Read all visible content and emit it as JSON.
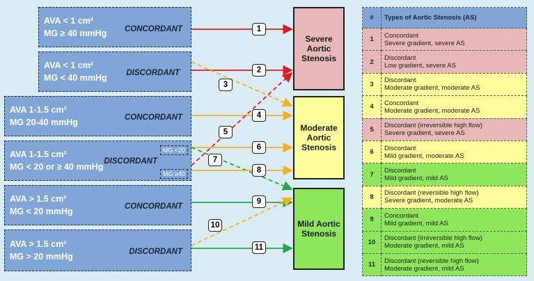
{
  "categories": [
    {
      "ava": "AVA < 1 cm²",
      "mg": "MG ≥ 40 mmHg",
      "type": "CONCORDANT"
    },
    {
      "ava": "AVA < 1 cm²",
      "mg": "MG < 40 mmHg",
      "type": "DISCORDANT"
    },
    {
      "ava": "AVA 1-1.5 cm²",
      "mg": "MG 20-40 mmHg",
      "type": "CONCORDANT"
    },
    {
      "ava": "AVA 1-1.5 cm²",
      "mg": "MG < 20 or ≥ 40 mmHg",
      "type": "DISCORDANT",
      "chip_top": "MG <20",
      "chip_bottom": "MG ≥40"
    },
    {
      "ava": "AVA > 1.5 cm²",
      "mg": "MG < 20 mmHg",
      "type": "CONCORDANT"
    },
    {
      "ava": "AVA > 1.5 cm²",
      "mg": "MG > 20 mmHg",
      "type": "DISCORDANT"
    }
  ],
  "severities": [
    {
      "label": "Severe Aortic Stenosis",
      "color": "#e8b7b8"
    },
    {
      "label": "Moderate Aortic Stenosis",
      "color": "#fdfd9a"
    },
    {
      "label": "Mild Aortic Stenosis",
      "color": "#8ee75a"
    }
  ],
  "arrow_colors": {
    "red": "#e01b1b",
    "orange": "#f5b21c",
    "green": "#22aa44"
  },
  "arrows": [
    {
      "n": "1",
      "color": "red",
      "dashed": false
    },
    {
      "n": "2",
      "color": "red",
      "dashed": false
    },
    {
      "n": "3",
      "color": "orange",
      "dashed": true
    },
    {
      "n": "4",
      "color": "orange",
      "dashed": false
    },
    {
      "n": "5",
      "color": "red",
      "dashed": true
    },
    {
      "n": "6",
      "color": "orange",
      "dashed": false
    },
    {
      "n": "7",
      "color": "green",
      "dashed": true
    },
    {
      "n": "8",
      "color": "orange",
      "dashed": false
    },
    {
      "n": "9",
      "color": "green",
      "dashed": false
    },
    {
      "n": "10",
      "color": "orange",
      "dashed": true
    },
    {
      "n": "11",
      "color": "green",
      "dashed": false
    }
  ],
  "table": {
    "header_num": "#",
    "header_title": "Types of Aortic Stenosis (AS)",
    "rows": [
      {
        "n": "1",
        "l1": "Concordant",
        "l2": "Severe gradient, severe AS",
        "color": "#e8b7b8"
      },
      {
        "n": "2",
        "l1": "Discordant",
        "l2": "Low gradient, severe AS",
        "color": "#e8b7b8"
      },
      {
        "n": "3",
        "l1": "Discordant",
        "l2": "Moderate gradient, moderate AS",
        "color": "#fdfd9a"
      },
      {
        "n": "4",
        "l1": "Concordant",
        "l2": "Moderate gradient, moderate AS",
        "color": "#fdfd9a"
      },
      {
        "n": "5",
        "l1": "Discordant (irreversible high flow)",
        "l2": "Severe gradient, severe AS",
        "color": "#e8b7b8"
      },
      {
        "n": "6",
        "l1": "Discordant",
        "l2": "Mild gradient, moderate AS",
        "color": "#fdfd9a"
      },
      {
        "n": "7",
        "l1": "Discordant",
        "l2": "Mild gradient, mild AS",
        "color": "#8ee75a"
      },
      {
        "n": "8",
        "l1": "Discordant (reversible high flow)",
        "l2": "Severe gradient, moderate AS",
        "color": "#fdfd9a"
      },
      {
        "n": "9",
        "l1": "Concordant",
        "l2": "Mild gradient, mild AS",
        "color": "#8ee75a"
      },
      {
        "n": "10",
        "l1": "Discordant (irreversible high flow)",
        "l2": "Moderate gradient, mild AS",
        "color": "#8ee75a"
      },
      {
        "n": "11",
        "l1": "Discordant (reversible high flow)",
        "l2": "Moderate gradient, mild AS",
        "color": "#8ee75a"
      }
    ]
  }
}
